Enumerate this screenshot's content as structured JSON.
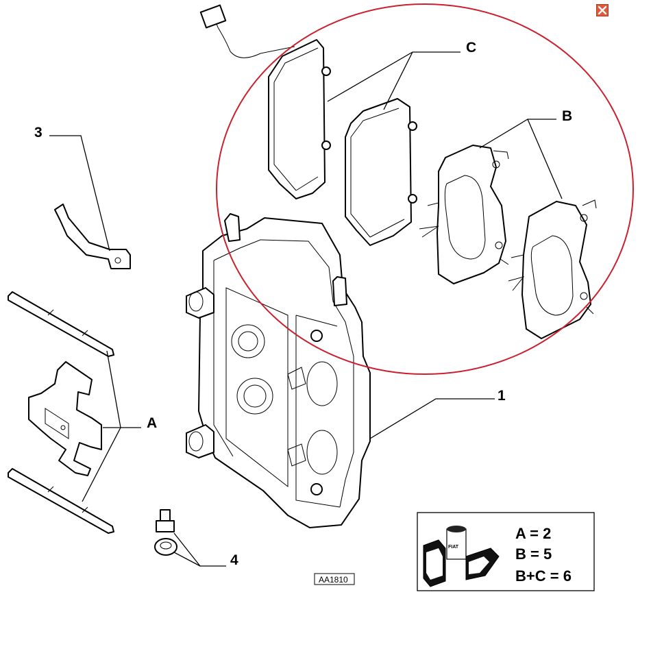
{
  "labels": {
    "c": "C",
    "b": "B",
    "three": "3",
    "a": "A",
    "one": "1",
    "four": "4"
  },
  "code": "AA1810",
  "legend": {
    "lines": [
      "A = 2",
      "B = 5",
      "B+C = 6"
    ],
    "logo_text": "FIAT"
  },
  "colors": {
    "highlight": "#cc1f2d",
    "close_bg": "#e05a3a"
  },
  "icons": {
    "close": "close-icon"
  }
}
